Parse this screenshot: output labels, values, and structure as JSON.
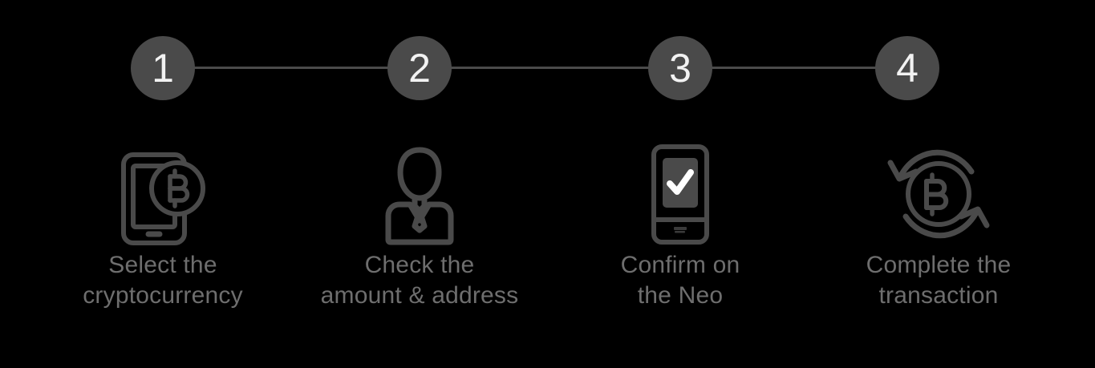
{
  "graphic": {
    "name": "transaction-steps-infographic",
    "background_color": "#000000",
    "accent_color": "#4a4a4a",
    "label_color": "#6e6e6e",
    "number_color": "#f2f2f2"
  },
  "steps": [
    {
      "number": "1",
      "icon": "smartphone-bitcoin-icon",
      "label": "Select the\ncryptocurrency"
    },
    {
      "number": "2",
      "icon": "person-user-icon",
      "label": "Check the\namount & address"
    },
    {
      "number": "3",
      "icon": "hardware-wallet-check-icon",
      "label": "Confirm on\nthe Neo"
    },
    {
      "number": "4",
      "icon": "bitcoin-exchange-arrows-icon",
      "label": "Complete the\ntransaction"
    }
  ]
}
